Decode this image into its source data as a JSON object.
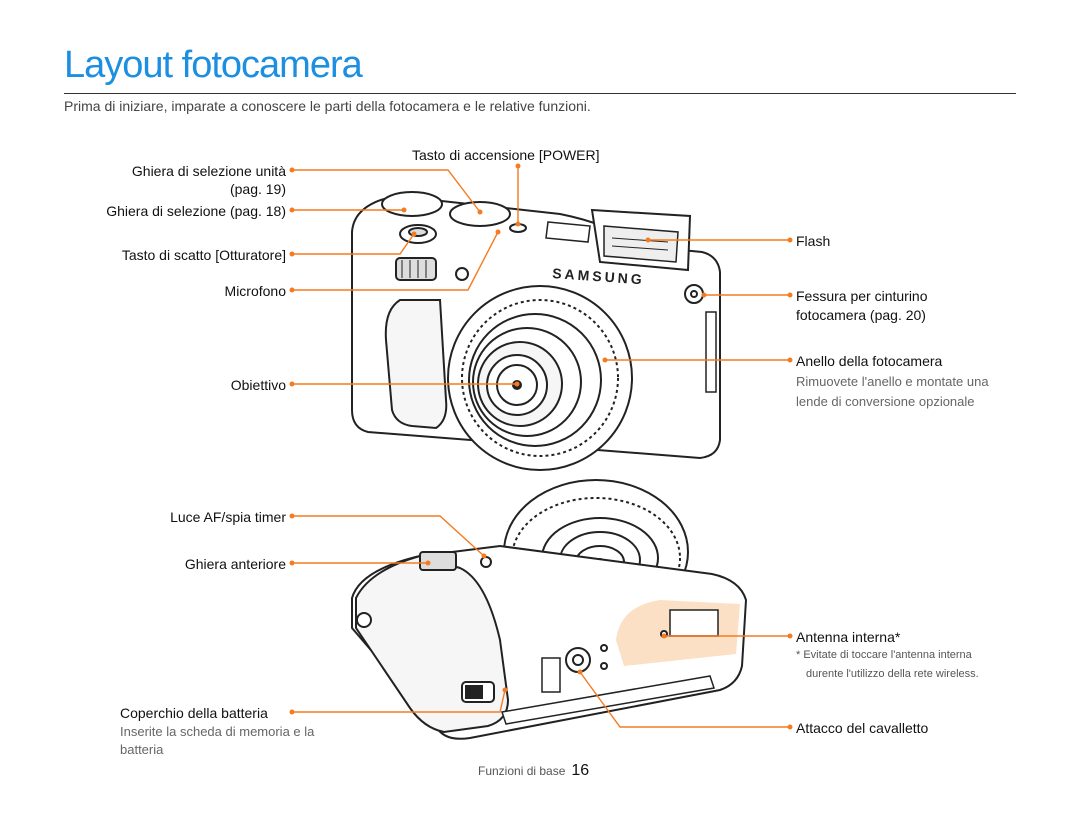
{
  "header": {
    "title": "Layout fotocamera",
    "intro": "Prima di iniziare, imparate a conoscere le parti della fotocamera e le relative funzioni."
  },
  "top_view": {
    "brand": "SAMSUNG",
    "labels": {
      "power": "Tasto di accensione [POWER]",
      "unit_dial_1": "Ghiera di selezione unità",
      "unit_dial_2": "(pag. 19)",
      "mode_dial": "Ghiera di selezione (pag. 18)",
      "shutter": "Tasto di scatto [Otturatore]",
      "microphone": "Microfono",
      "lens": "Obiettivo",
      "flash": "Flash",
      "strap_1": "Fessura per cinturino",
      "strap_2": "fotocamera (pag. 20)",
      "ring": "Anello della fotocamera",
      "ring_desc_1": "Rimuovete l'anello e montate una",
      "ring_desc_2": "lende di conversione opzionale"
    }
  },
  "bottom_view": {
    "labels": {
      "af_lamp": "Luce AF/spia timer",
      "front_dial": "Ghiera anteriore",
      "antenna": "Antenna interna*",
      "antenna_note_1": "* Evitate di toccare l'antenna interna",
      "antenna_note_2": "durente l'utilizzo della rete wireless.",
      "battery_cover": "Coperchio della batteria",
      "battery_desc_1": "Inserite la scheda di memoria e la",
      "battery_desc_2": "batteria",
      "tripod": "Attacco del cavalletto"
    }
  },
  "footer": {
    "section": "Funzioni di base",
    "page": "16"
  },
  "colors": {
    "title": "#1d8fe1",
    "callout": "#f47b20",
    "antenna_highlight": "#fbe0c6"
  }
}
